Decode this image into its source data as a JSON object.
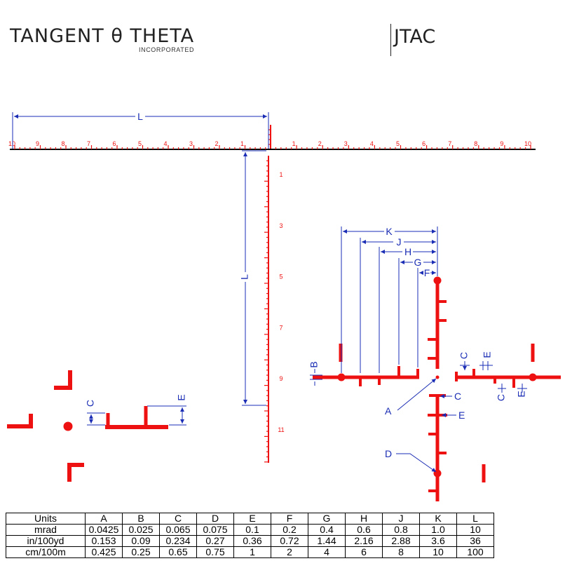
{
  "brand": {
    "name": "TANGENT θ THETA",
    "sub": "INCORPORATED"
  },
  "model": "JTAC",
  "colors": {
    "reticle": "#ee1111",
    "dim": "#1a2db4",
    "text": "#222222"
  },
  "reticle": {
    "horizontal_left_labels": [
      "10",
      "9",
      "8",
      "7",
      "6",
      "5",
      "4",
      "3",
      "2",
      "1"
    ],
    "horizontal_right_labels": [
      "1",
      "2",
      "3",
      "4",
      "5",
      "6",
      "7",
      "8",
      "9",
      "10"
    ],
    "vertical_labels": [
      "1",
      "3",
      "5",
      "7",
      "9",
      "11"
    ],
    "dim_labels": {
      "L": "L",
      "K": "K",
      "J": "J",
      "H": "H",
      "G": "G",
      "F": "F",
      "A": "A",
      "B": "B",
      "C": "C",
      "D": "D",
      "E": "E"
    }
  },
  "table": {
    "headers": [
      "Units",
      "A",
      "B",
      "C",
      "D",
      "E",
      "F",
      "G",
      "H",
      "J",
      "K",
      "L"
    ],
    "rows": [
      [
        "mrad",
        "0.0425",
        "0.025",
        "0.065",
        "0.075",
        "0.1",
        "0.2",
        "0.4",
        "0.6",
        "0.8",
        "1.0",
        "10"
      ],
      [
        "in/100yd",
        "0.153",
        "0.09",
        "0.234",
        "0.27",
        "0.36",
        "0.72",
        "1.44",
        "2.16",
        "2.88",
        "3.6",
        "36"
      ],
      [
        "cm/100m",
        "0.425",
        "0.25",
        "0.65",
        "0.75",
        "1",
        "2",
        "4",
        "6",
        "8",
        "10",
        "100"
      ]
    ]
  }
}
